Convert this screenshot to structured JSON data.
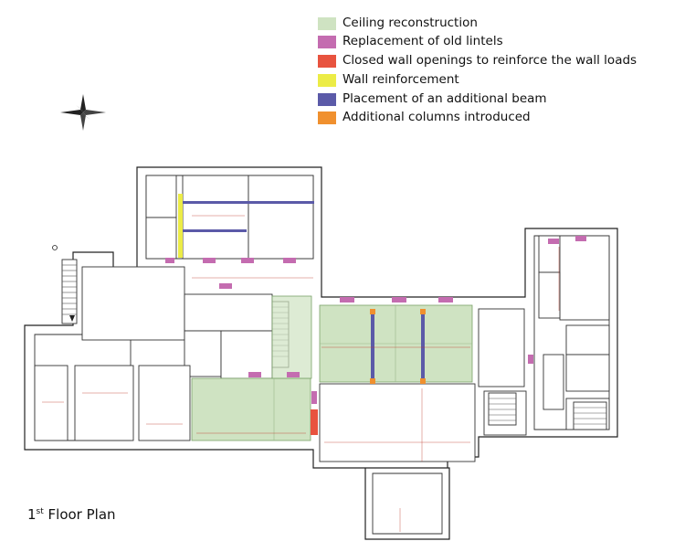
{
  "legend": [
    {
      "label": "Ceiling reconstruction",
      "color": "#cfe3c2"
    },
    {
      "label": "Replacement of old lintels",
      "color": "#c46cb0"
    },
    {
      "label": "Closed wall openings to reinforce the wall loads",
      "color": "#e8533f"
    },
    {
      "label": "Wall reinforcement",
      "color": "#ecec46"
    },
    {
      "label": "Placement of an additional beam",
      "color": "#5b5aa8"
    },
    {
      "label": "Additional columns introduced",
      "color": "#f0902e"
    }
  ],
  "title": {
    "main": "1",
    "sup": "st",
    "rest": " Floor Plan"
  },
  "colors": {
    "wall": "#f2f2f2",
    "line": "#222222",
    "dimension": "#c0392b",
    "compass": "#333333"
  }
}
